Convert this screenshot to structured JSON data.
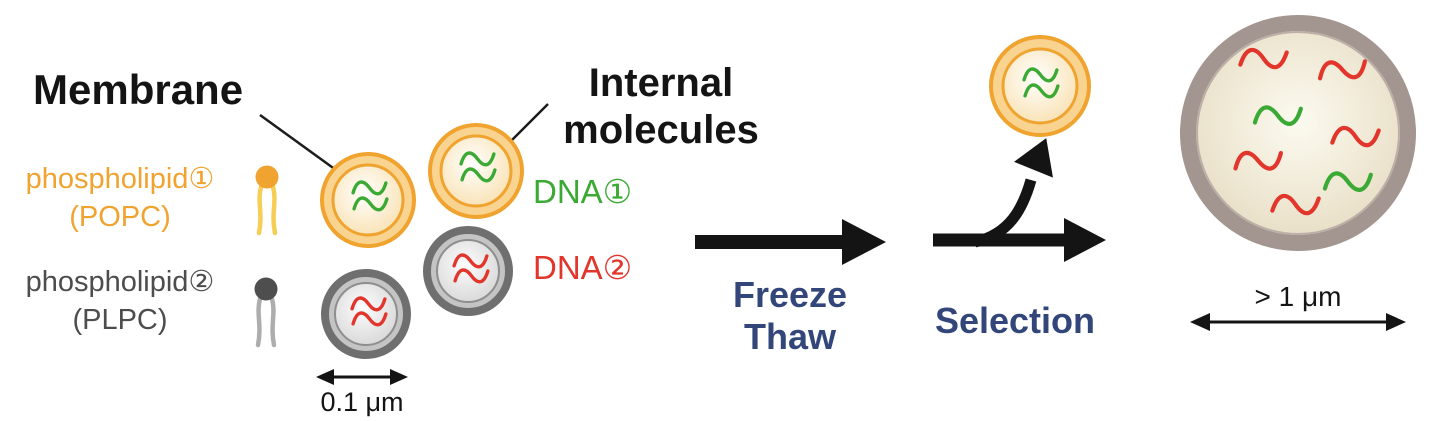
{
  "labels": {
    "membrane": "Membrane",
    "internal_line1": "Internal",
    "internal_line2": "molecules",
    "phospholipid1": "phospholipid①",
    "phospholipid1_name": "(POPC)",
    "phospholipid2": "phospholipid②",
    "phospholipid2_name": "(PLPC)",
    "dna1": "DNA①",
    "dna2": "DNA②"
  },
  "process": {
    "step1_line1": "Freeze",
    "step1_line2": "Thaw",
    "step2": "Selection"
  },
  "scales": {
    "small_vesicles": "0.1 μm",
    "large_vesicle": "> 1 μm"
  },
  "icons": {
    "lipid1": "orange-lipid-head-with-tails",
    "lipid2": "gray-lipid-head-with-tails",
    "process_arrow": "thick-right-arrow",
    "selection_arrow": "branching-right-arrow",
    "scale_arrow": "double-headed-arrow"
  },
  "colors": {
    "orange": "#F0A32F",
    "gray_membrane": "#6F6F6F",
    "green_dna": "#3BAA35",
    "red_dna": "#E2352B",
    "navy_text": "#334679",
    "large_vesicle_membrane": "#A3958F",
    "large_vesicle_fill": "#E9E1C9"
  }
}
